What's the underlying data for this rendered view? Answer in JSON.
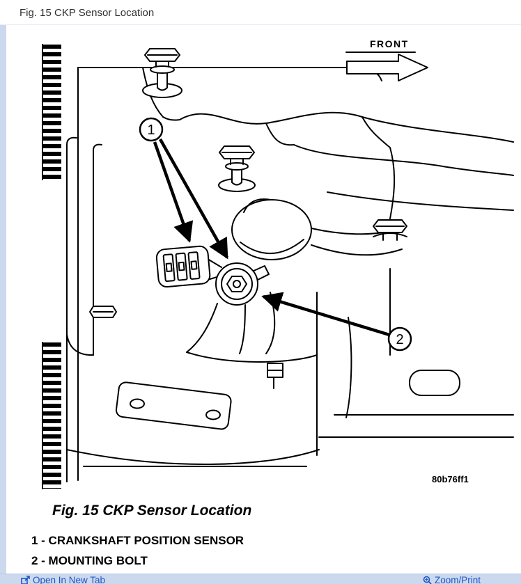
{
  "window": {
    "title": "Fig. 15 CKP Sensor Location"
  },
  "diagram": {
    "front_label": "FRONT",
    "figure_code": "80b76ff1",
    "callout_1": "1",
    "callout_2": "2"
  },
  "caption": {
    "title": "Fig. 15 CKP Sensor Location",
    "legend": [
      "1 - CRANKSHAFT POSITION SENSOR",
      "2 - MOUNTING BOLT"
    ]
  },
  "footer": {
    "open_in_new_tab": "Open In New Tab",
    "zoom_print": "Zoom/Print"
  },
  "colors": {
    "panel_blue": "#ccd8ee",
    "link_blue": "#1b56c8",
    "line_black": "#000000"
  }
}
